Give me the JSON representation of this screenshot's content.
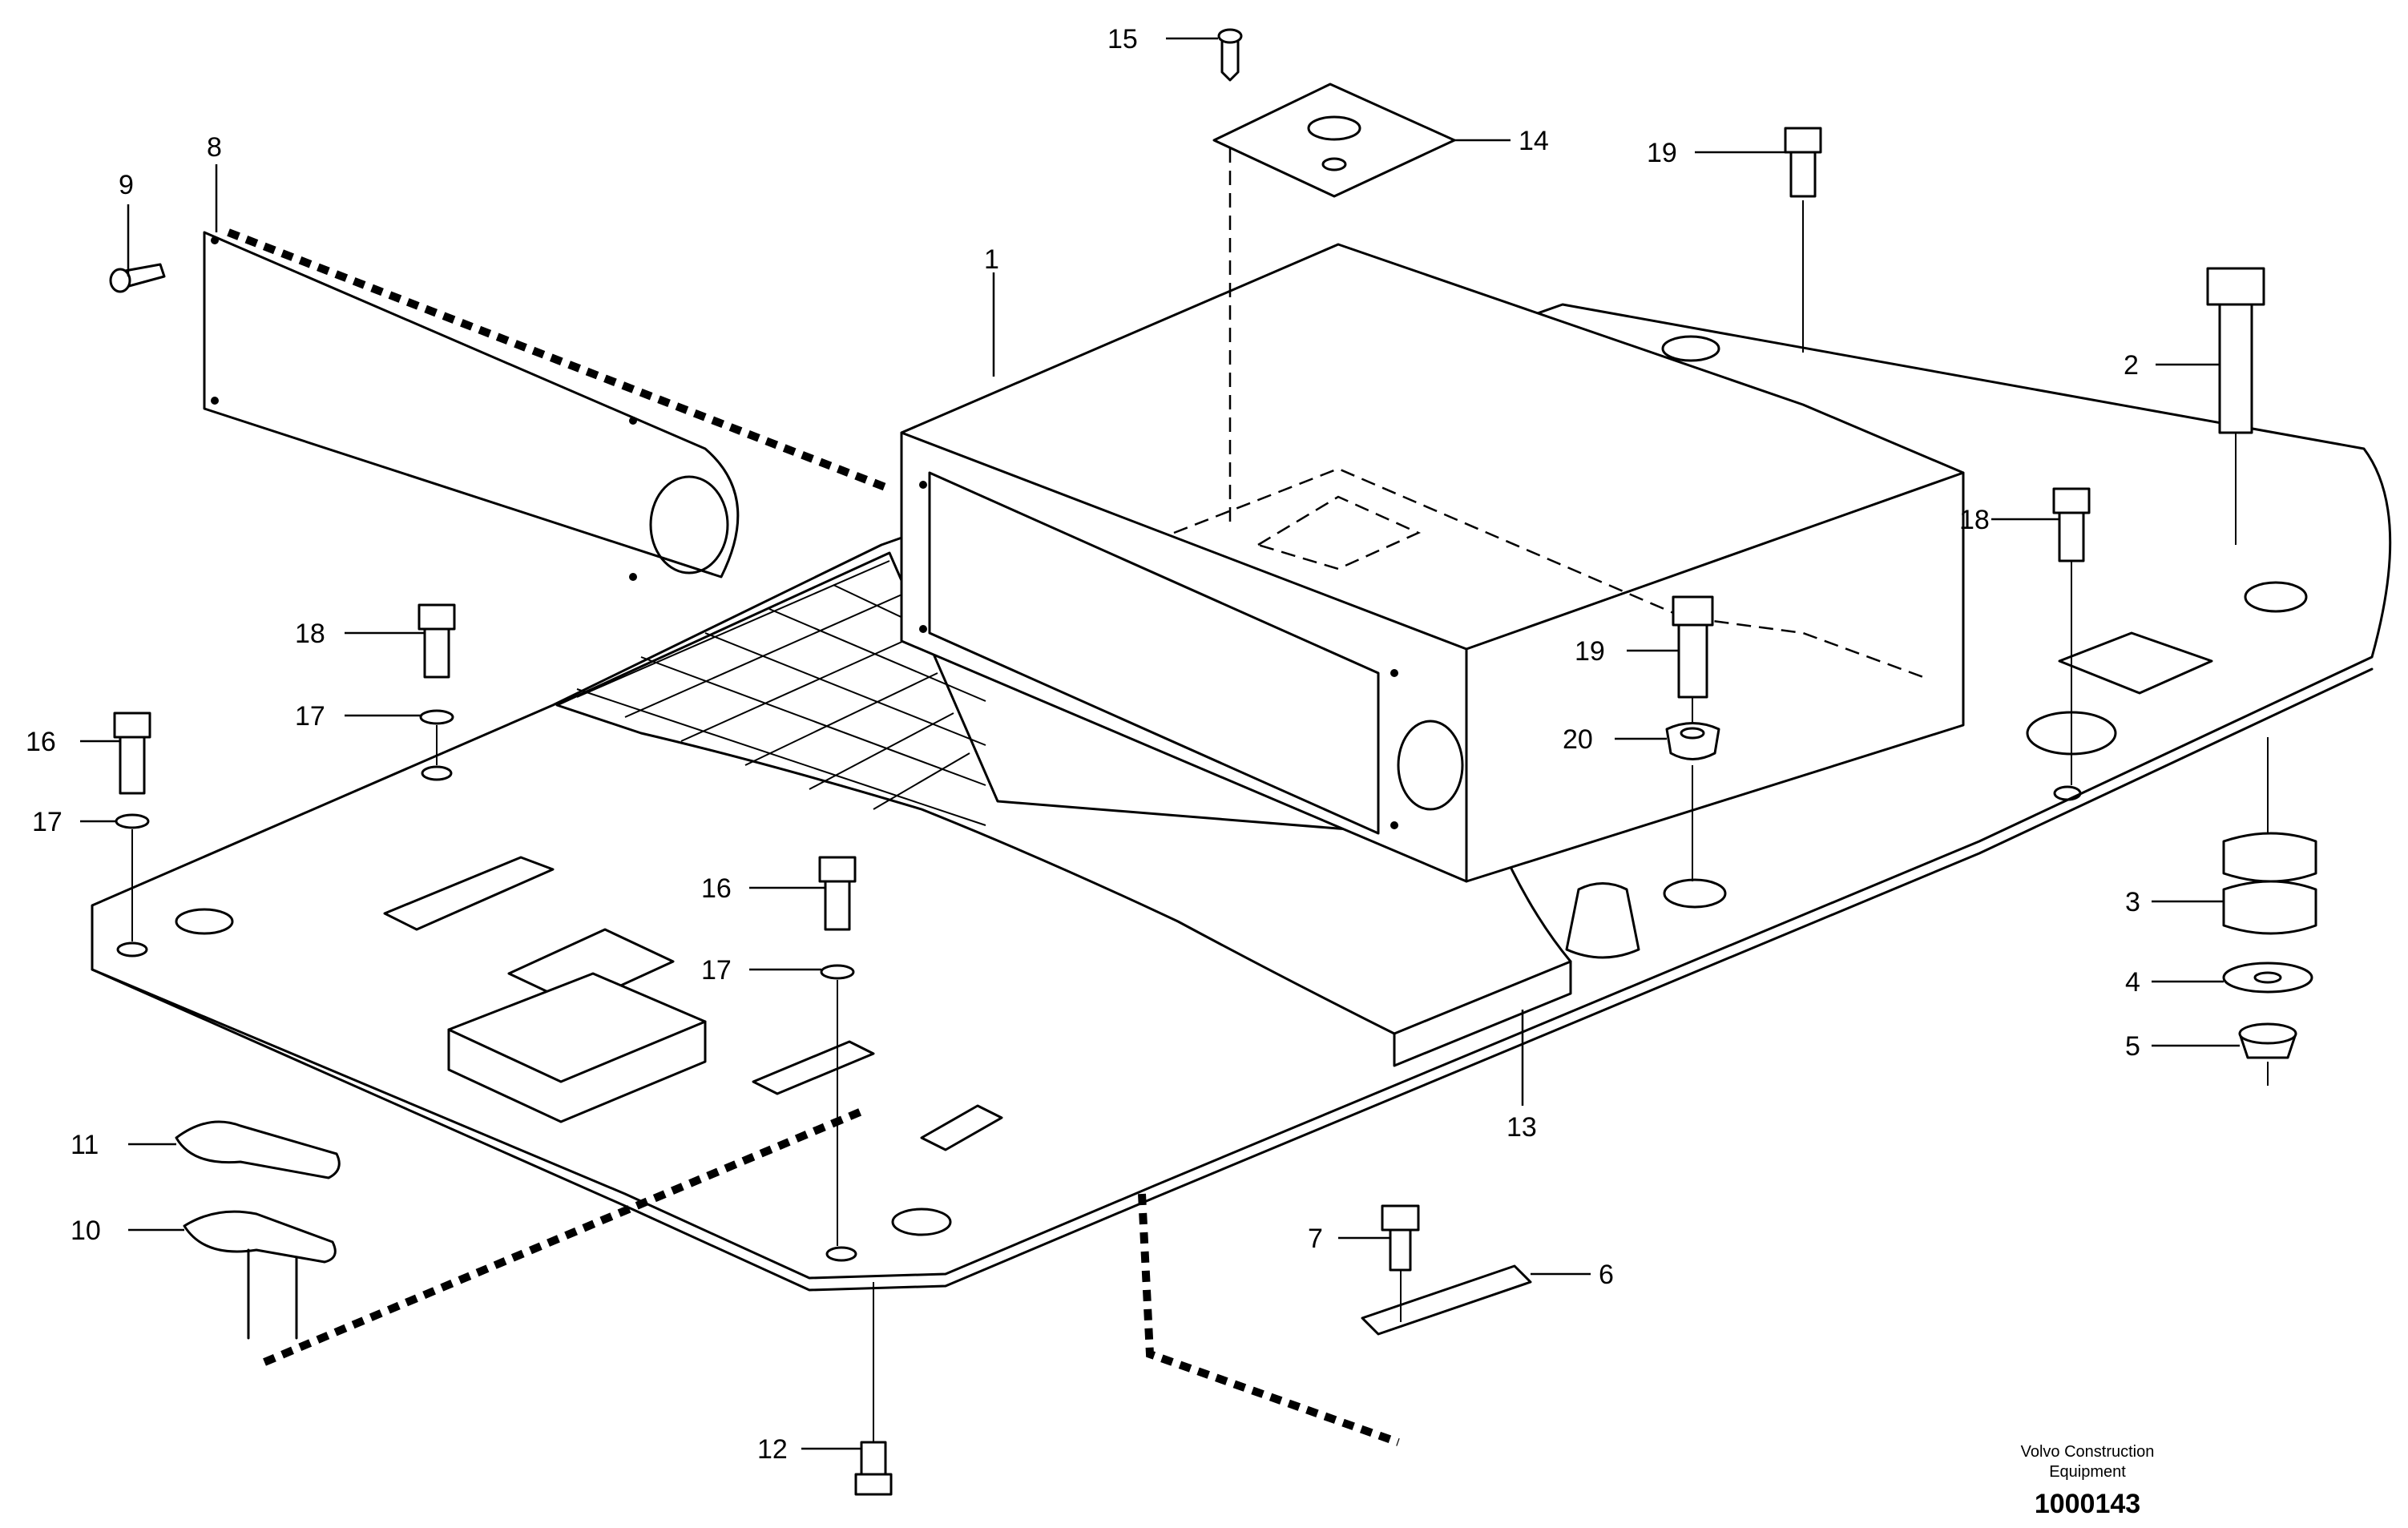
{
  "callouts": [
    {
      "id": "c1",
      "num": "1"
    },
    {
      "id": "c2",
      "num": "2"
    },
    {
      "id": "c3",
      "num": "3"
    },
    {
      "id": "c4",
      "num": "4"
    },
    {
      "id": "c5",
      "num": "5"
    },
    {
      "id": "c6",
      "num": "6"
    },
    {
      "id": "c7",
      "num": "7"
    },
    {
      "id": "c8",
      "num": "8"
    },
    {
      "id": "c9",
      "num": "9"
    },
    {
      "id": "c10",
      "num": "10"
    },
    {
      "id": "c11",
      "num": "11"
    },
    {
      "id": "c12",
      "num": "12"
    },
    {
      "id": "c13",
      "num": "13"
    },
    {
      "id": "c14",
      "num": "14"
    },
    {
      "id": "c15",
      "num": "15"
    },
    {
      "id": "c16a",
      "num": "16"
    },
    {
      "id": "c16b",
      "num": "16"
    },
    {
      "id": "c17a",
      "num": "17"
    },
    {
      "id": "c17b",
      "num": "17"
    },
    {
      "id": "c17c",
      "num": "17"
    },
    {
      "id": "c18a",
      "num": "18"
    },
    {
      "id": "c18b",
      "num": "18"
    },
    {
      "id": "c19a",
      "num": "19"
    },
    {
      "id": "c19b",
      "num": "19"
    },
    {
      "id": "c20",
      "num": "20"
    }
  ],
  "caption": {
    "brand_line1": "Volvo Construction",
    "brand_line2": "Equipment",
    "drawing_number": "1000143"
  }
}
